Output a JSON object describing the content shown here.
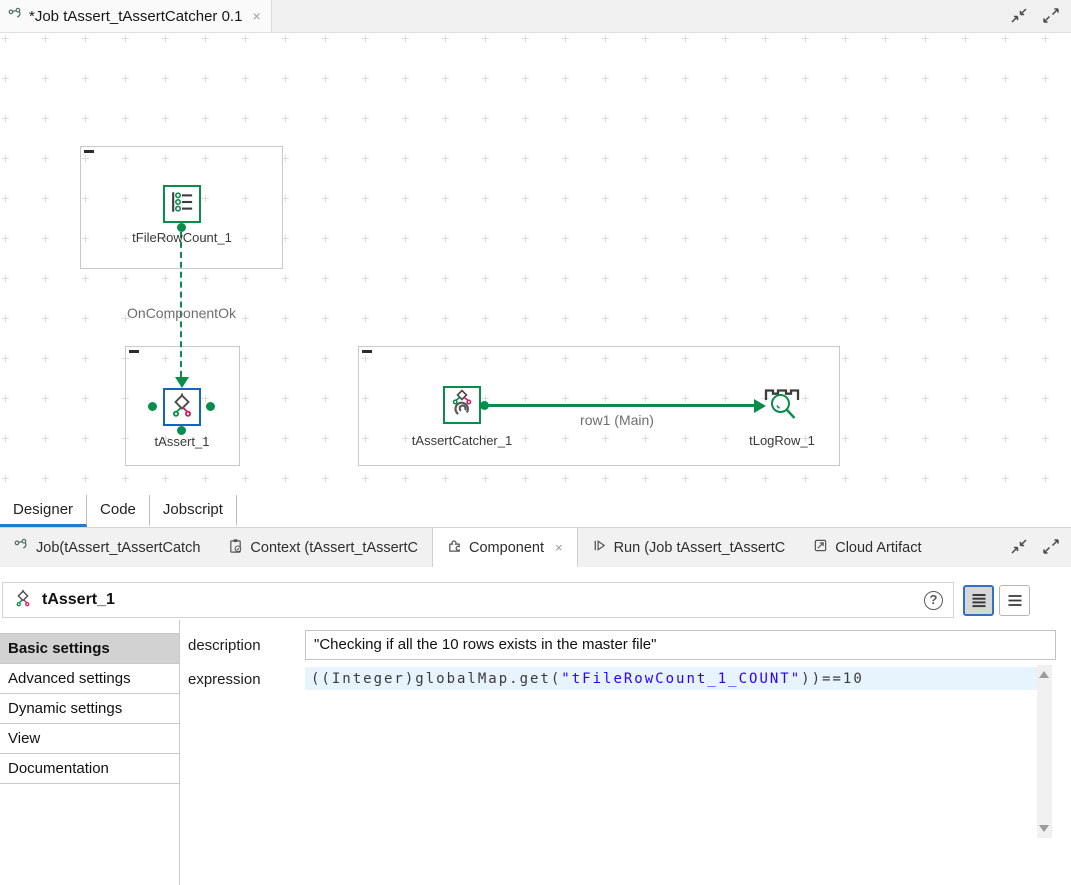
{
  "editor": {
    "tab_title": "*Job tAssert_tAssertCatcher 0.1",
    "close": "×"
  },
  "canvas": {
    "components": [
      {
        "name": "tFileRowCount_1",
        "icon": "file-row-count-icon"
      },
      {
        "name": "tAssert_1",
        "icon": "assert-icon",
        "selected": true
      },
      {
        "name": "tAssertCatcher_1",
        "icon": "assert-catcher-icon"
      },
      {
        "name": "tLogRow_1",
        "icon": "log-row-icon"
      }
    ],
    "connections": [
      {
        "label": "OnComponentOk",
        "type": "trigger",
        "style": "dashed-green"
      },
      {
        "label": "row1 (Main)",
        "type": "row",
        "style": "solid-green"
      }
    ]
  },
  "view_tabs": [
    {
      "label": "Designer",
      "active": true
    },
    {
      "label": "Code",
      "active": false
    },
    {
      "label": "Jobscript",
      "active": false
    }
  ],
  "panel_tabs": [
    {
      "label": "Job(tAssert_tAssertCatch",
      "icon": "job-icon"
    },
    {
      "label": "Context (tAssert_tAssertC",
      "icon": "context-icon"
    },
    {
      "label": "Component",
      "icon": "component-icon",
      "active": true,
      "close": "×"
    },
    {
      "label": "Run (Job tAssert_tAssertC",
      "icon": "run-icon"
    },
    {
      "label": "Cloud Artifact",
      "icon": "cloud-artifact-icon"
    }
  ],
  "component_panel": {
    "title": "tAssert_1",
    "help": "?",
    "nav": [
      "Basic settings",
      "Advanced settings",
      "Dynamic settings",
      "View",
      "Documentation"
    ],
    "active_nav": "Basic settings",
    "fields": {
      "description": {
        "label": "description",
        "value": "\"Checking if all the 10 rows exists in the master file\""
      },
      "expression": {
        "label": "expression",
        "code_prefix": "((Integer)globalMap.get(",
        "code_string": "\"tFileRowCount_1_COUNT\"",
        "code_suffix": "))==10"
      }
    }
  },
  "colors": {
    "talend_green": "#0a8c4a",
    "selection_blue": "#1565c0",
    "assert_red": "#cf1f5e",
    "tab_accent_blue": "#1f7ad4",
    "string_literal_blue": "#2a00ff",
    "line_highlight_blue": "#e7f3fd"
  }
}
